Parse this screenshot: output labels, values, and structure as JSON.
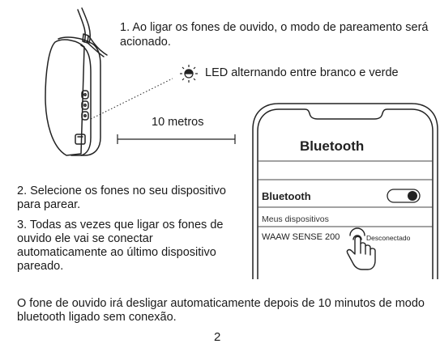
{
  "steps": {
    "step1": "1. Ao ligar os fones de ouvido, o modo de pareamento será acionado.",
    "led_text": "LED alternando entre branco e verde",
    "distance": "10 metros",
    "step2": "2. Selecione os fones no seu dispositivo para parear.",
    "step3": "3. Todas as vezes que ligar os fones de ouvido ele vai se conectar automaticamente ao último dispositivo pareado."
  },
  "phone": {
    "title": "Bluetooth",
    "bluetooth_label": "Bluetooth",
    "toggle_on": true,
    "my_devices_header": "Meus dispositivos",
    "device_name": "WAAW SENSE 200",
    "device_status": "Desconectado"
  },
  "footer_note": "O fone de ouvido irá desligar automaticamente depois de 10 minutos de modo bluetooth ligado sem conexão.",
  "page_number": "2",
  "icons": [
    "headphone-illustration",
    "led-icon",
    "hand-tap-icon",
    "toggle-switch-icon"
  ]
}
